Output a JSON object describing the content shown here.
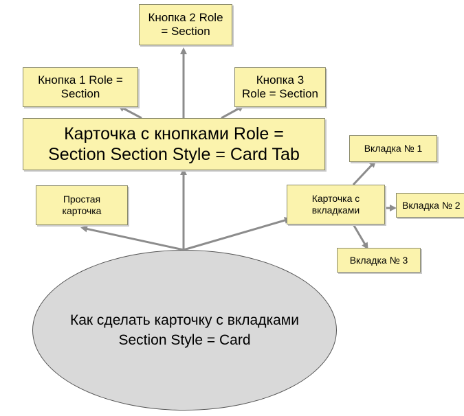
{
  "colors": {
    "box_fill": "#fbf3ad",
    "box_border": "#8a8a6a",
    "oval_fill": "#d9d9d9",
    "arrow": "#8c8c8c"
  },
  "nodes": {
    "button2": {
      "line1": "Кнопка 2  Role",
      "line2": "= Section"
    },
    "button1": {
      "line1": "Кнопка 1 Role =",
      "line2": "Section"
    },
    "button3": {
      "line1": "Кнопка 3",
      "line2": "Role = Section"
    },
    "card_buttons": {
      "line1": "Карточка с кнопками   Role =",
      "line2": "Section  Section Style = Card Tab"
    },
    "tab1": {
      "label": "Вкладка № 1"
    },
    "tab2": {
      "label": "Вкладка № 2"
    },
    "tab3": {
      "label": "Вкладка № 3"
    },
    "simple_card": {
      "line1": "Простая",
      "line2": "карточка"
    },
    "card_tabs": {
      "line1": "Карточка с",
      "line2": "вкладками"
    },
    "root": {
      "line1": "Как сделать карточку с вкладками",
      "line2": "Section Style = Card"
    }
  }
}
